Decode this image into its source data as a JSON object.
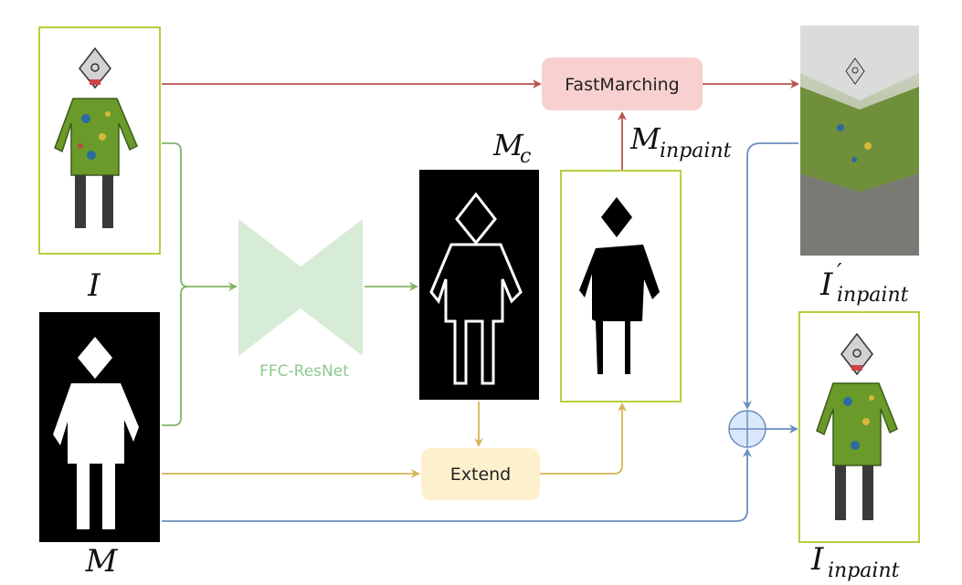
{
  "nodes": {
    "fastmarching": {
      "label": "FastMarching",
      "fill": "#f8d0d0"
    },
    "extend": {
      "label": "Extend",
      "fill": "#fdf0cc"
    },
    "ffc": {
      "label": "FFC-ResNet",
      "fill": "#d6ecd6"
    }
  },
  "labels": {
    "I": {
      "main": "I"
    },
    "M": {
      "main": "M"
    },
    "Mc": {
      "main": "M",
      "sub": "c"
    },
    "Minpaint": {
      "main": "M",
      "sub": "inpaint"
    },
    "Iinpaint_prime": {
      "main": "I",
      "prime": "′",
      "sub": "inpaint"
    },
    "Iinpaint": {
      "main": "I",
      "sub": "inpaint"
    }
  },
  "colors": {
    "red_arrow": "#b85450",
    "green_arrow": "#82b366",
    "yellow_arrow": "#d6b656",
    "blue_arrow": "#6c8ebf",
    "frame": "#b5cf3e",
    "sum_fill": "#dae8fc"
  }
}
